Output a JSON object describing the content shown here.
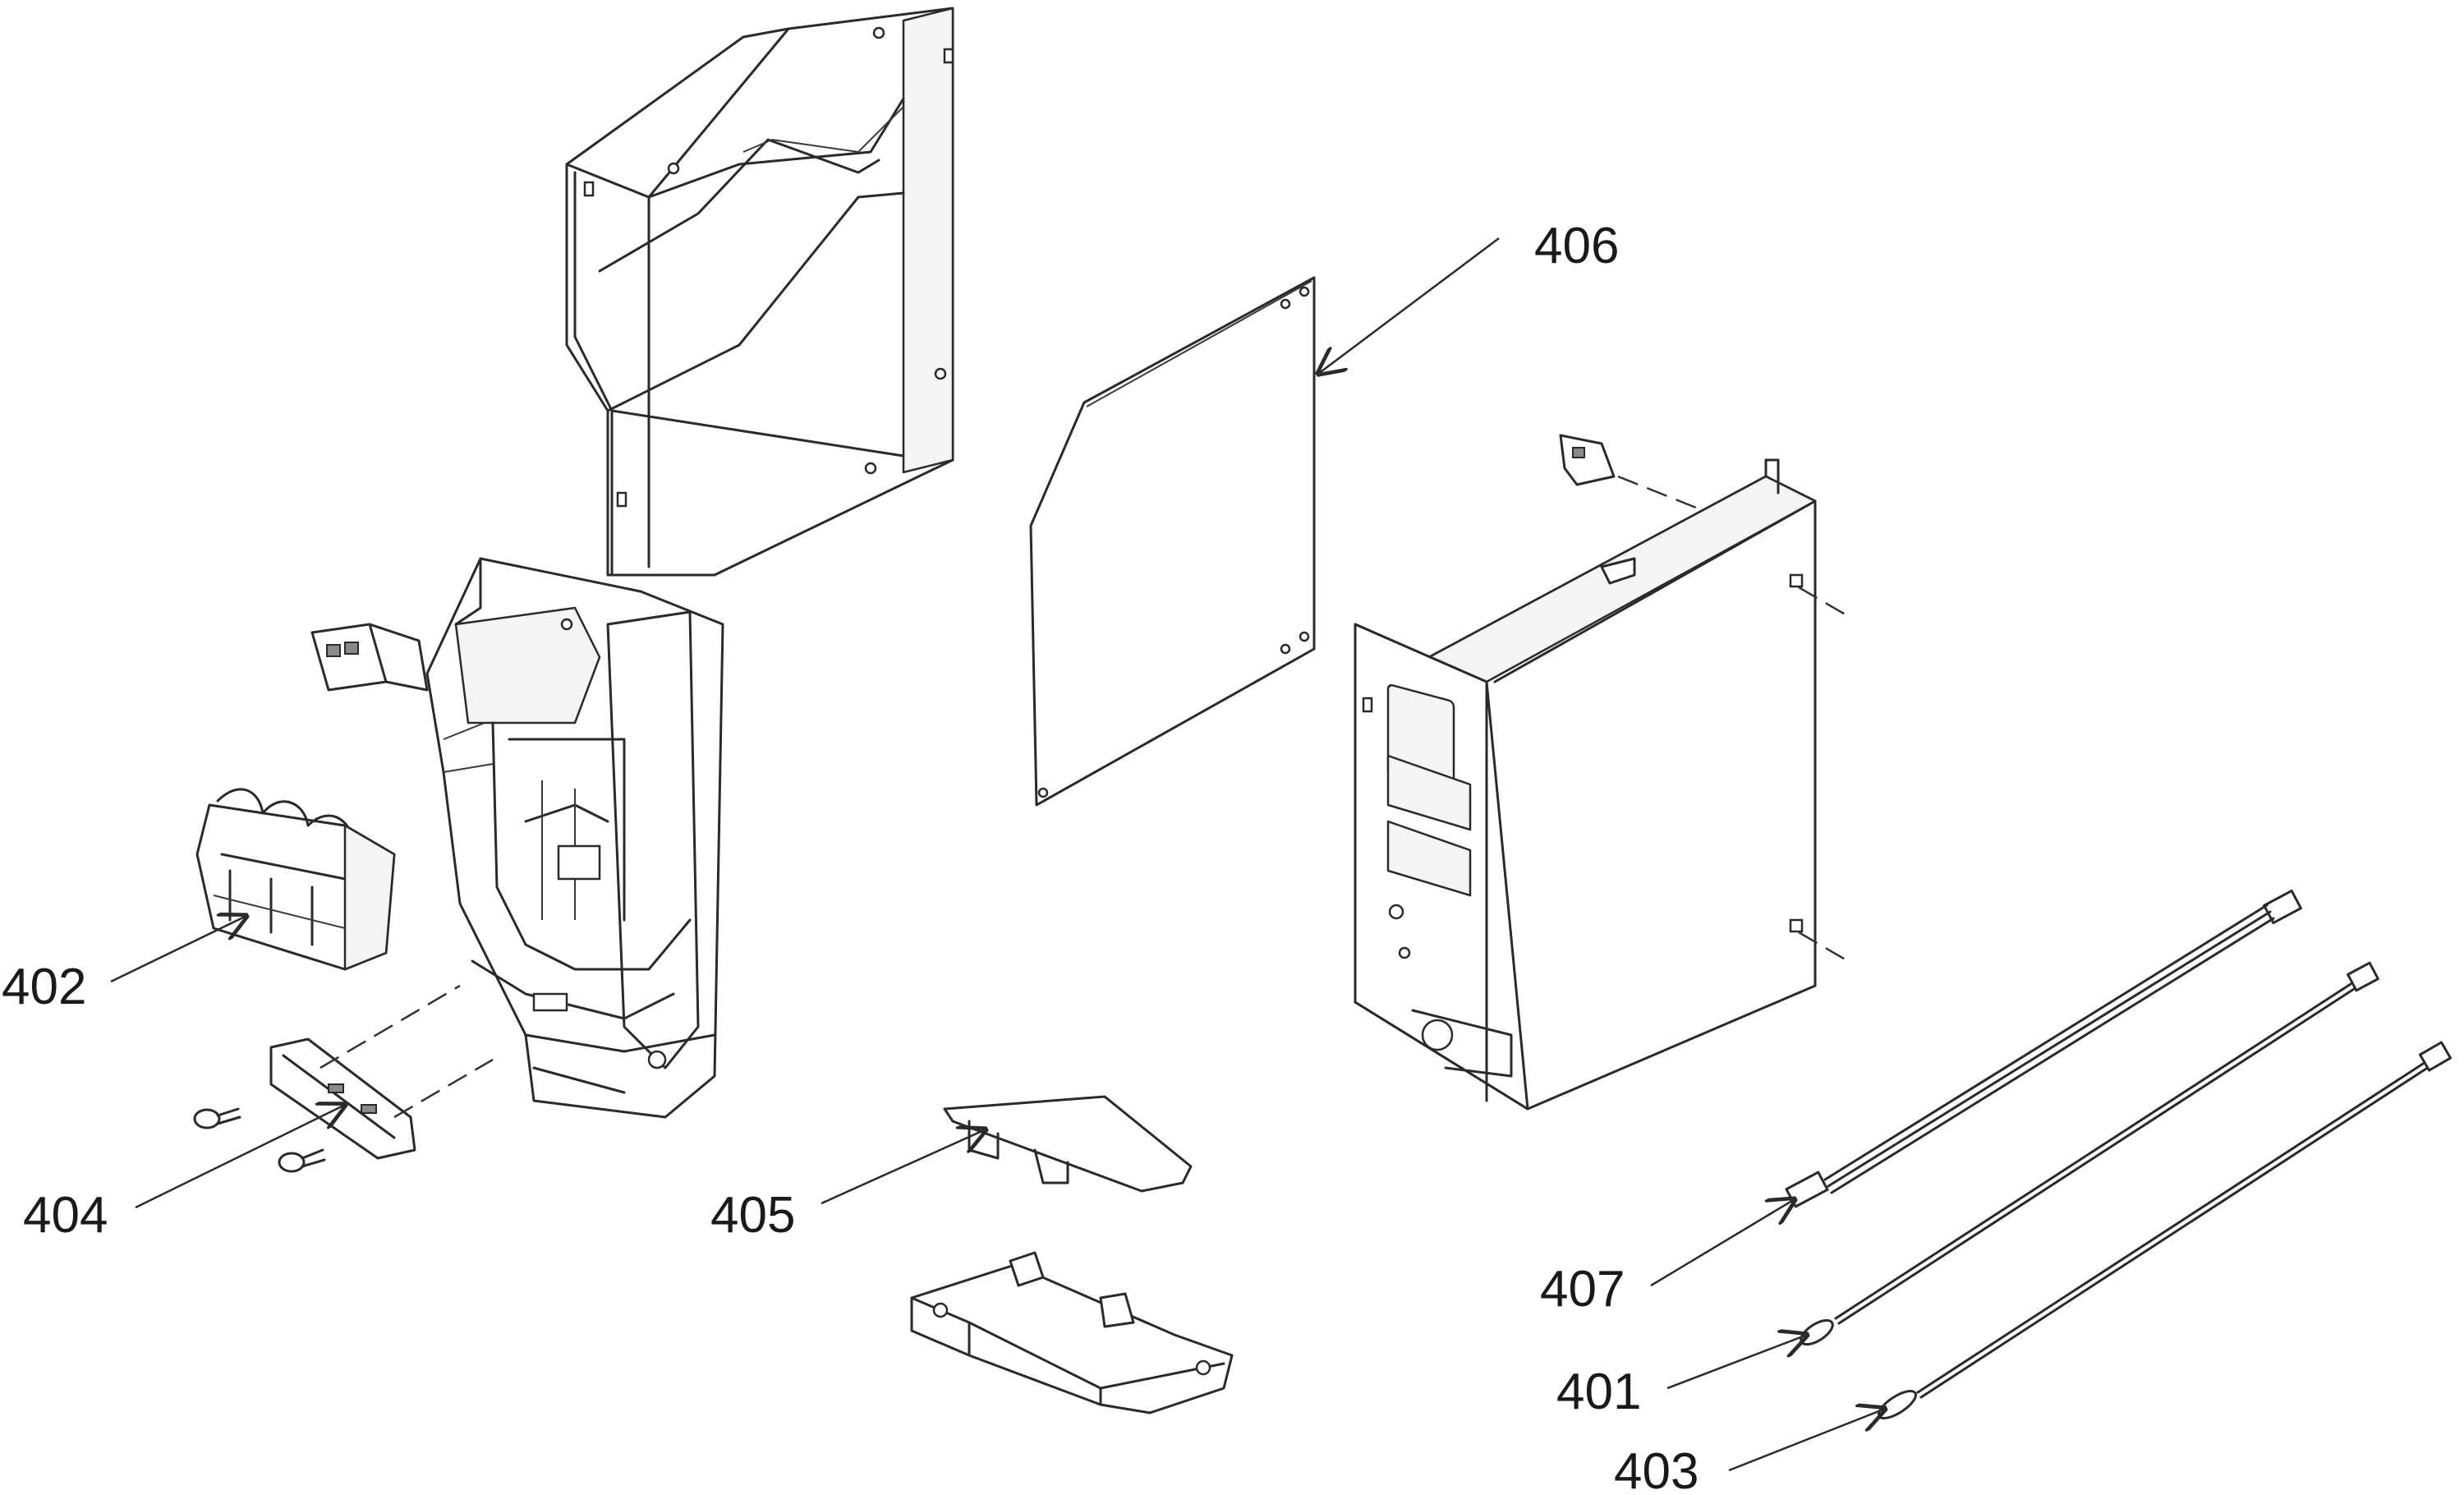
{
  "callouts": {
    "c401": "401",
    "c402": "402",
    "c403": "403",
    "c404": "404",
    "c405": "405",
    "c406": "406",
    "c407": "407"
  }
}
